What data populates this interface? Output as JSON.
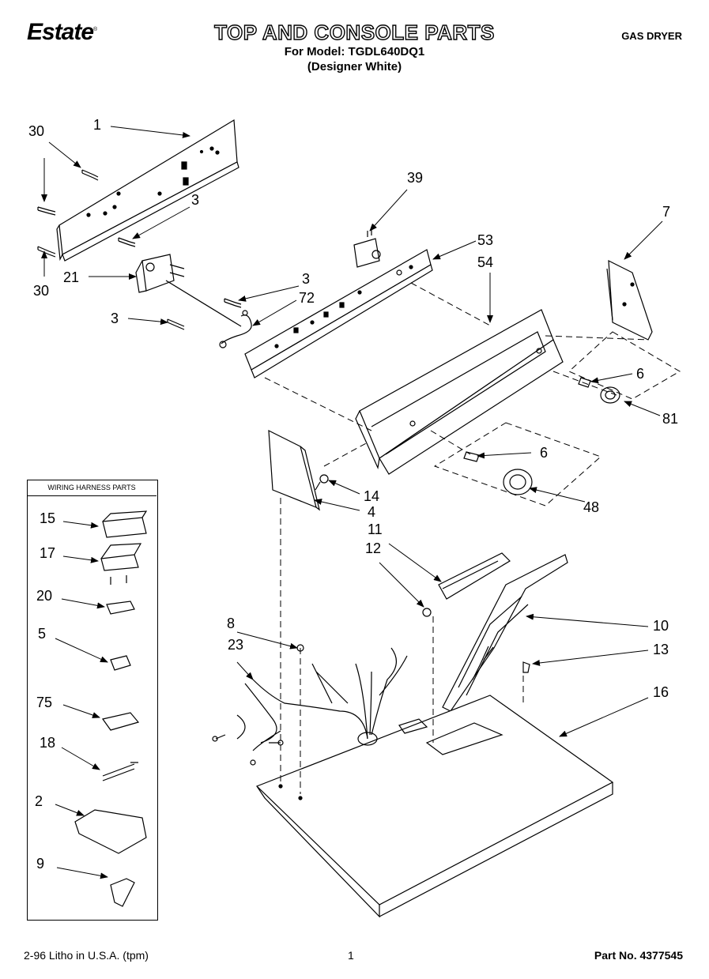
{
  "header": {
    "brand": "Estate",
    "title": "TOP AND CONSOLE PARTS",
    "model_line": "For Model: TGDL640DQ1",
    "color_line": "(Designer White)",
    "product": "GAS DRYER"
  },
  "harness_box": {
    "title": "WIRING HARNESS PARTS"
  },
  "footer": {
    "left": "2-96 Litho in U.S.A. (tpm)",
    "page": "1",
    "part_no": "Part No. 4377545"
  },
  "callouts": {
    "c1": "1",
    "c30a": "30",
    "c30b": "30",
    "c3a": "3",
    "c3b": "3",
    "c3c": "3",
    "c21": "21",
    "c72": "72",
    "c39": "39",
    "c53": "53",
    "c54": "54",
    "c7": "7",
    "c6a": "6",
    "c6b": "6",
    "c81": "81",
    "c48": "48",
    "c14": "14",
    "c4": "4",
    "c11": "11",
    "c12": "12",
    "c10": "10",
    "c13": "13",
    "c16": "16",
    "c8": "8",
    "c23": "23",
    "c15": "15",
    "c17": "17",
    "c20": "20",
    "c5": "5",
    "c75": "75",
    "c18": "18",
    "c2": "2",
    "c9": "9"
  }
}
